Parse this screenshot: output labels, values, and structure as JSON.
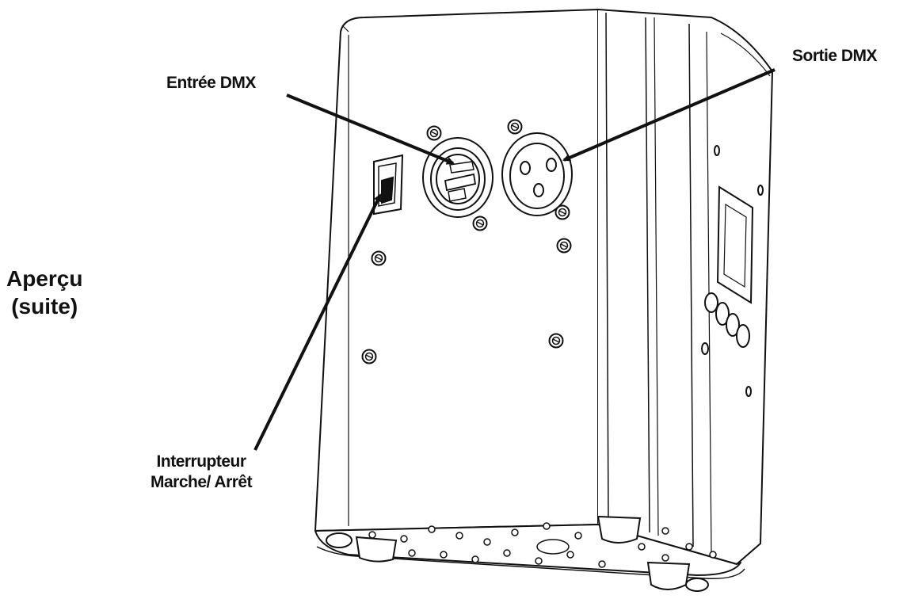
{
  "section": {
    "title_line1": "Aperçu",
    "title_line2": "(suite)"
  },
  "callouts": {
    "dmx_in": "Entrée DMX",
    "dmx_out": "Sortie DMX",
    "power_switch_line1": "Interrupteur",
    "power_switch_line2": "Marche/ Arrêt"
  },
  "colors": {
    "line": "#111111",
    "fill": "#ffffff"
  }
}
